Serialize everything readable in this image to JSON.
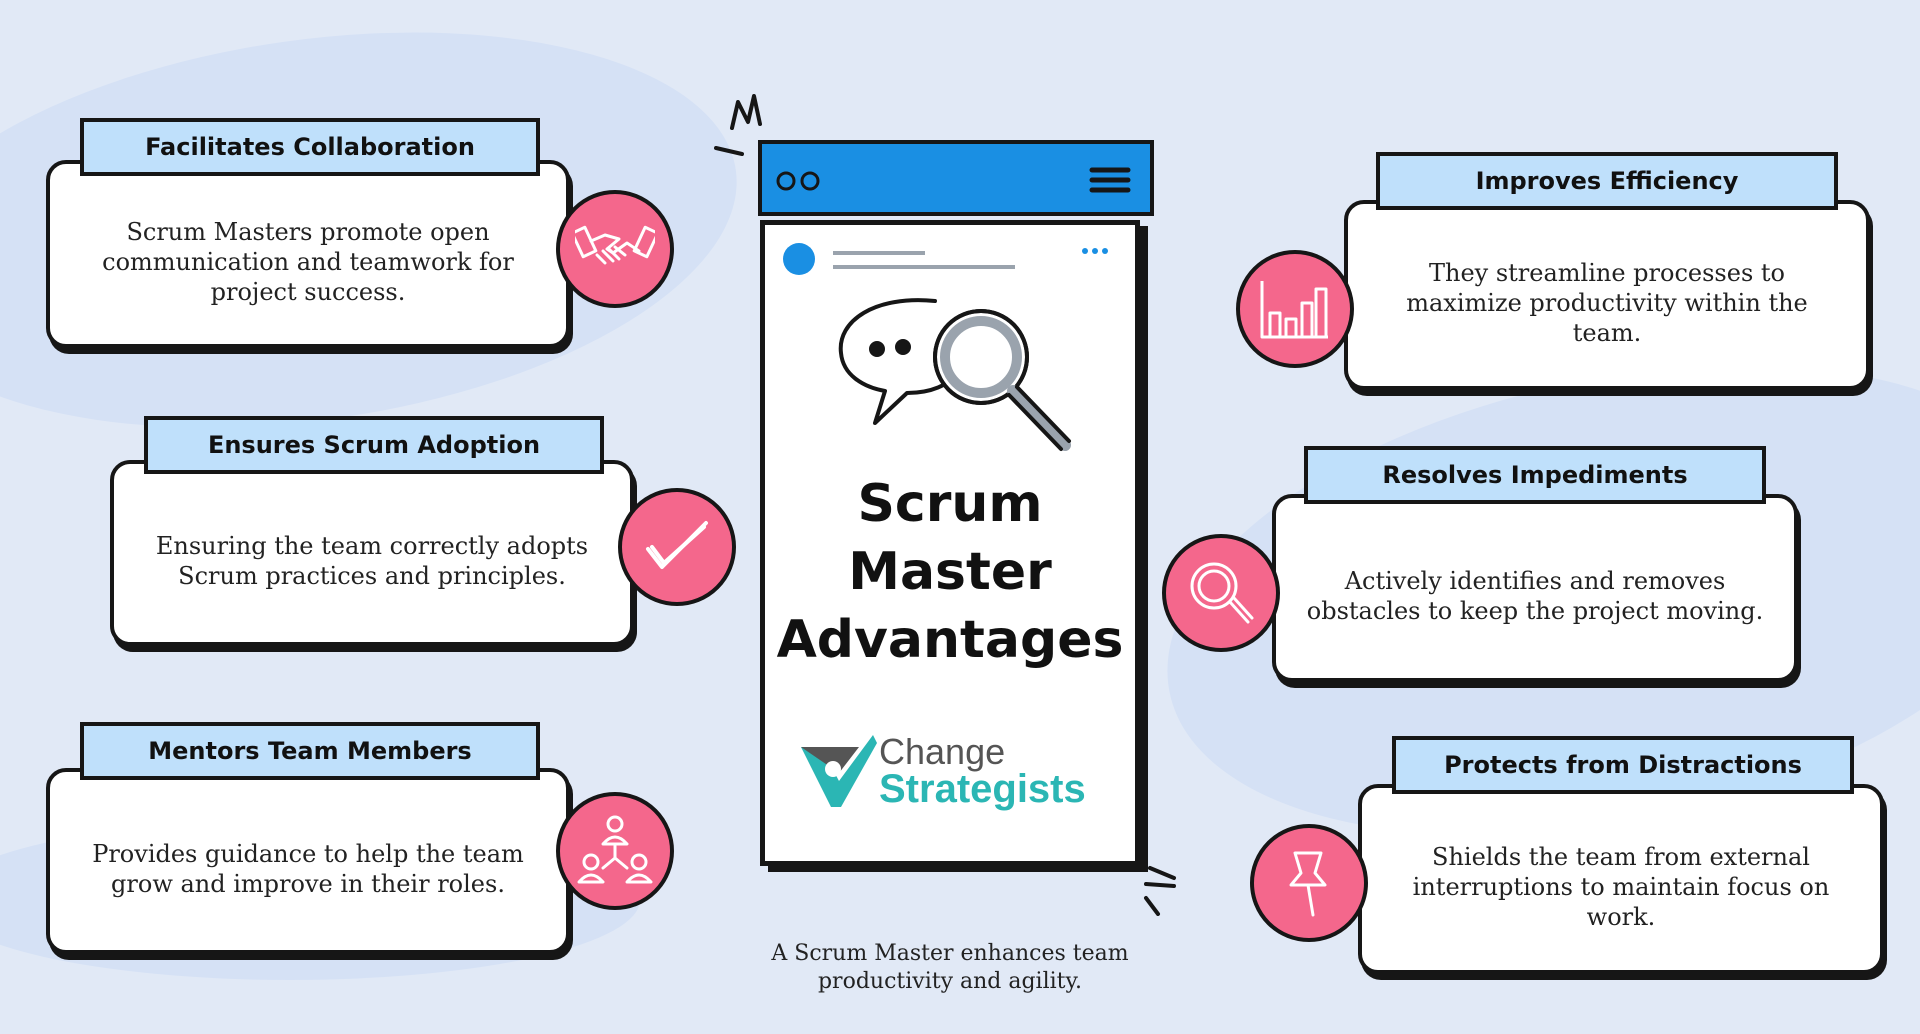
{
  "title_lines": [
    "Scrum",
    "Master",
    "Advantages"
  ],
  "caption": "A Scrum Master enhances team productivity and agility.",
  "logo": {
    "line1": "Change",
    "line2": "Strategists"
  },
  "colors": {
    "accent": "#f4678c",
    "tab": "#bfe0fb",
    "phone_header": "#1a8fe3",
    "logo_teal": "#2bb6b4",
    "logo_gray": "#555555"
  },
  "cards": {
    "collaboration": {
      "title": "Facilitates Collaboration",
      "text": "Scrum Masters promote open communication and teamwork for project success.",
      "icon": "handshake-icon"
    },
    "adoption": {
      "title": "Ensures Scrum Adoption",
      "text": "Ensuring the team correctly adopts Scrum practices and principles.",
      "icon": "checkmark-icon"
    },
    "mentors": {
      "title": "Mentors Team Members",
      "text": "Provides guidance to help the team grow and improve in their roles.",
      "icon": "team-network-icon"
    },
    "efficiency": {
      "title": "Improves Efficiency",
      "text": "They streamline processes to maximize productivity within the team.",
      "icon": "bar-chart-icon"
    },
    "impediments": {
      "title": "Resolves Impediments",
      "text": "Actively identifies and removes obstacles to keep the project moving.",
      "icon": "magnifier-icon"
    },
    "distractions": {
      "title": "Protects from Distractions",
      "text": "Shields the team from external interruptions to maintain focus on work.",
      "icon": "pushpin-icon"
    }
  }
}
